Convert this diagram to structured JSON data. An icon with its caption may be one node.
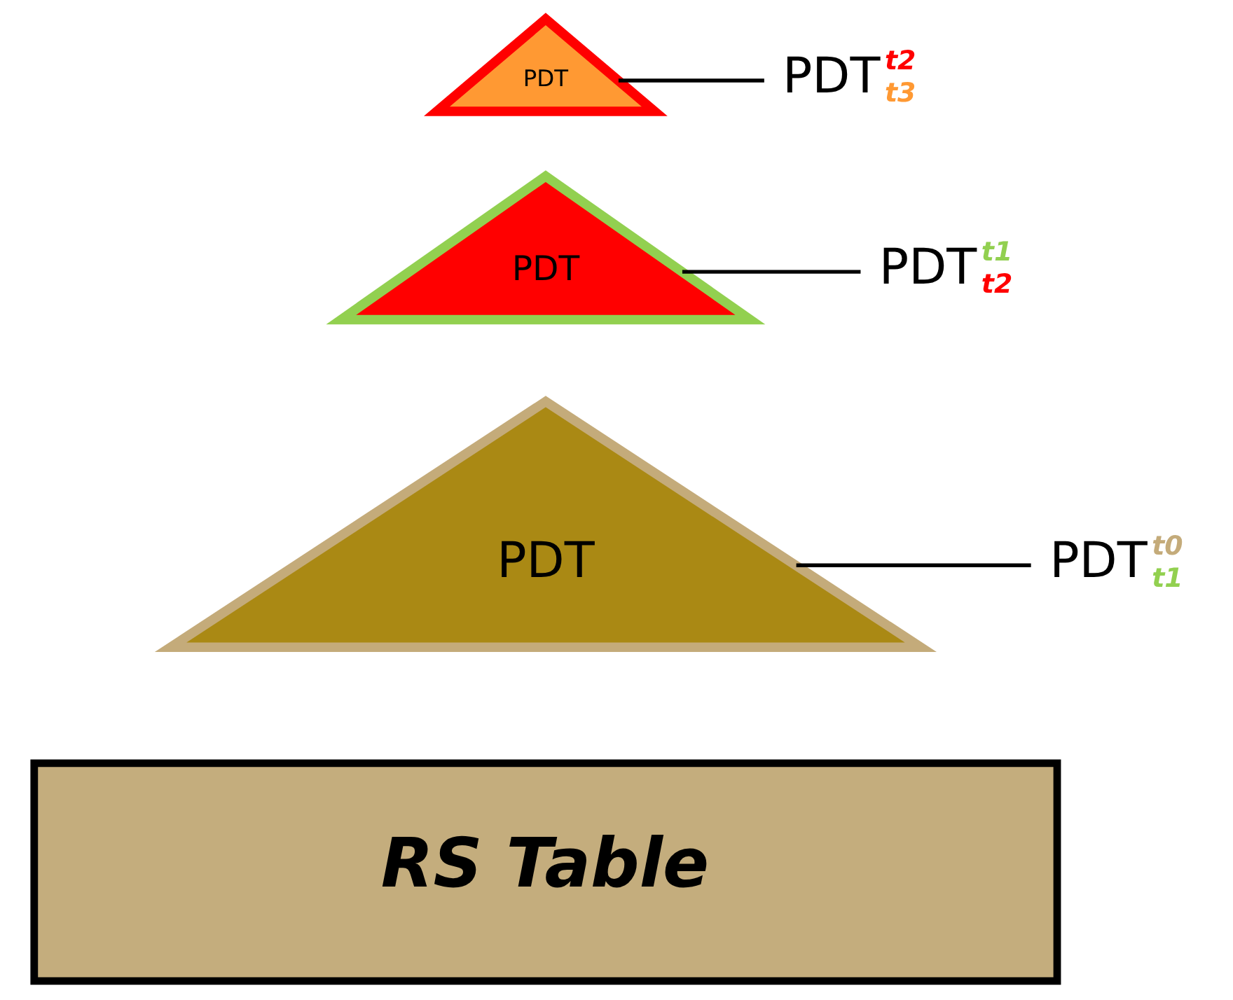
{
  "diagram": {
    "nodes": [
      {
        "text": [
          "PDT"
        ]
      },
      {
        "text": [
          "PDT",
          "t2",
          "t3"
        ]
      },
      {
        "text": [
          "PDT"
        ]
      },
      {
        "text": [
          "PDT",
          "t1",
          "t2"
        ]
      },
      {
        "text": [
          "PDT"
        ]
      },
      {
        "text": [
          "PDT",
          "t0",
          "t1"
        ]
      },
      {
        "text": [
          "RS Table"
        ]
      }
    ],
    "edges": [
      {
        "from": 1,
        "to": 0,
        "arrow": "none"
      },
      {
        "from": 3,
        "to": 2,
        "arrow": "none"
      },
      {
        "from": 5,
        "to": 4,
        "arrow": "none"
      }
    ]
  }
}
